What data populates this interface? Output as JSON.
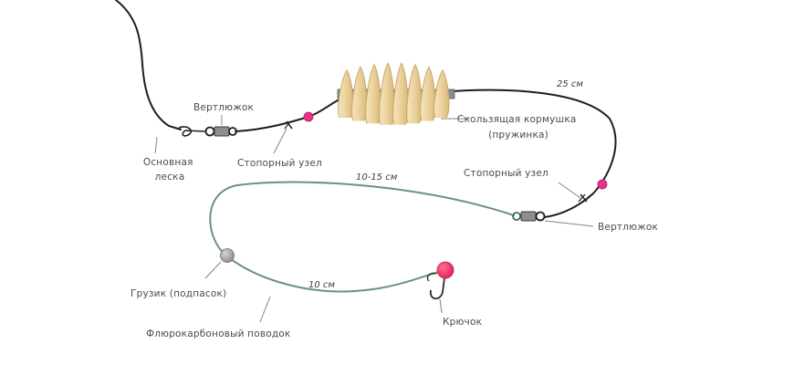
{
  "labels": {
    "swivel_top": "Вертлюжок",
    "main_line": [
      "Основная",
      "леска"
    ],
    "stop_knot_top": "Стопорный узел",
    "feeder": [
      "Скользящая кормушка",
      "(пружинка)"
    ],
    "length_25": "25 см",
    "length_10_15": "10-15 см",
    "stop_knot_right": "Стопорный узел",
    "swivel_right": "Вертлюжок",
    "sinker": "Грузик (подпасок)",
    "length_10": "10 см",
    "fluoro_leader": "Флюрокарбоновый поводок",
    "hook": "Крючок"
  },
  "colors": {
    "main_line": "#1e1e1e",
    "fluoro_leader": "#6b9089",
    "bead": "#e8338a",
    "hook_bait": "#e8336b",
    "feeder_spring": "#f0d9a8",
    "sinker": "#a3a39a"
  }
}
